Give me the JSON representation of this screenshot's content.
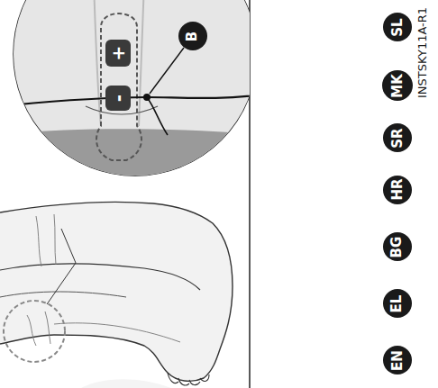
{
  "diagram": {
    "nodes": [
      {
        "text": [
          "+"
        ]
      },
      {
        "text": [
          "-"
        ]
      },
      {
        "text": [
          "B"
        ]
      },
      {
        "text": [
          "EN"
        ]
      },
      {
        "text": [
          "EL"
        ]
      },
      {
        "text": [
          "BG"
        ]
      },
      {
        "text": [
          "HR"
        ]
      },
      {
        "text": [
          "SR"
        ]
      },
      {
        "text": [
          "MK"
        ]
      },
      {
        "text": [
          "SL"
        ]
      }
    ],
    "labels": [
      "INSTSKY11A-R1"
    ]
  }
}
